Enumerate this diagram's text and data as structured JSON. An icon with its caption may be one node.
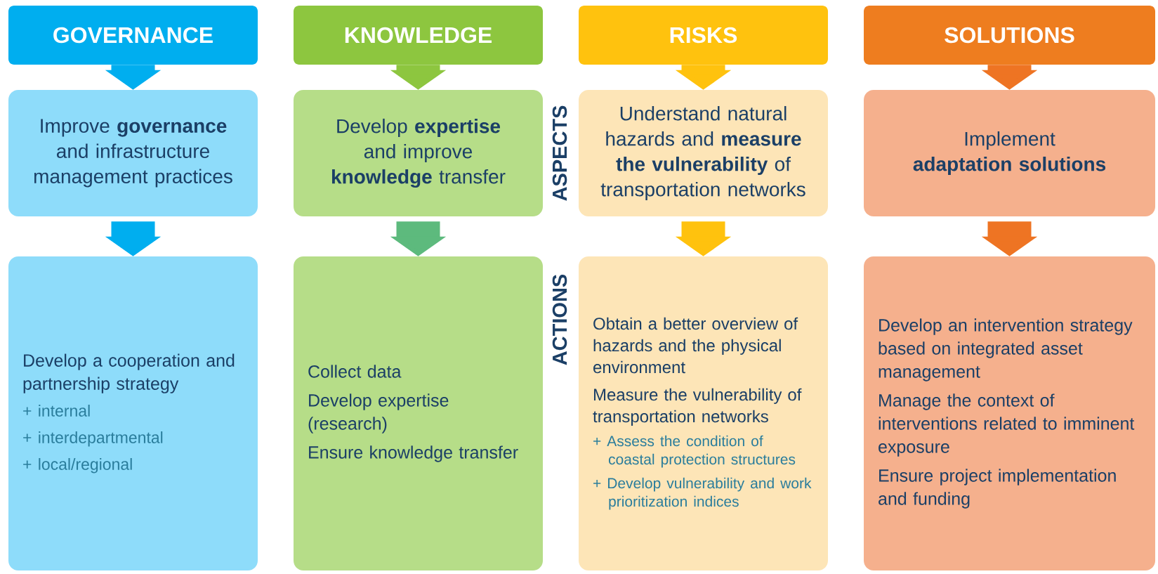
{
  "diagram": {
    "nodes": [
      {
        "text": [
          "GOVERNANCE"
        ]
      },
      {
        "text": [
          "KNOWLEDGE"
        ]
      },
      {
        "text": [
          "RISKS"
        ]
      },
      {
        "text": [
          "SOLUTIONS"
        ]
      },
      {
        "text": [
          "Improve **governance** and infrastructure management practices"
        ]
      },
      {
        "text": [
          "Develop **expertise** and improve **knowledge** transfer"
        ]
      },
      {
        "text": [
          "Understand natural hazards and **measure the vulnerability** of transportation networks"
        ]
      },
      {
        "text": [
          "Implement **adaptation solutions**"
        ]
      },
      {
        "text": [
          "Develop a cooperation and partnership strategy",
          "+ internal",
          "+ interdepartmental",
          "+ local/regional"
        ]
      },
      {
        "text": [
          "Collect data",
          "Develop expertise (research)",
          "Ensure knowledge transfer"
        ]
      },
      {
        "text": [
          "Obtain a better overview of hazards and the physical environment",
          "Measure the vulnerability of transportation networks",
          "+ Assess the condition of coastal protection structures",
          "+ Develop vulnerability and work prioritization indices"
        ]
      },
      {
        "text": [
          "Develop an intervention strategy based on integrated asset management",
          "Manage the context of interventions related to imminent exposure",
          "Ensure project implementation and funding"
        ]
      }
    ],
    "edges": [
      {
        "from": 0,
        "to": 4,
        "arrow": "to",
        "color": "#00aeef"
      },
      {
        "from": 1,
        "to": 5,
        "arrow": "to",
        "color": "#8dc63f"
      },
      {
        "from": 2,
        "to": 6,
        "arrow": "to",
        "color": "#ffc20e"
      },
      {
        "from": 3,
        "to": 7,
        "arrow": "to",
        "color": "#ee7423"
      },
      {
        "from": 4,
        "to": 8,
        "arrow": "to",
        "color": "#00aeef"
      },
      {
        "from": 5,
        "to": 9,
        "arrow": "to",
        "color": "#5dba7d"
      },
      {
        "from": 6,
        "to": 10,
        "arrow": "to",
        "color": "#ffc20e"
      },
      {
        "from": 7,
        "to": 11,
        "arrow": "to",
        "color": "#ee7423"
      }
    ],
    "labels": [
      "ASPECTS",
      "ACTIONS"
    ]
  }
}
